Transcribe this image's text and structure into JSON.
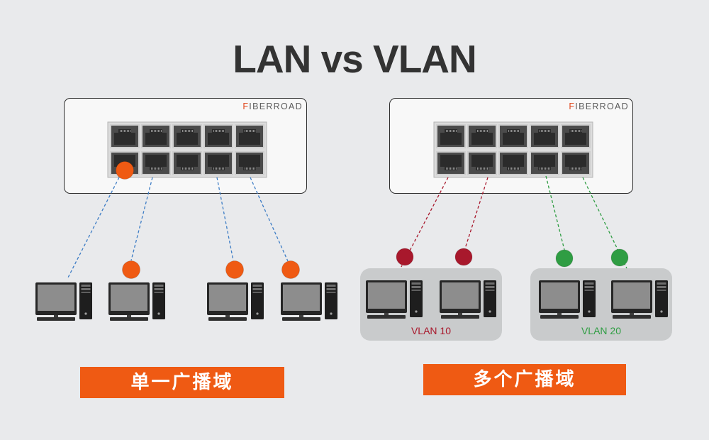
{
  "title": "LAN vs VLAN",
  "colors": {
    "background": "#e9eaec",
    "title": "#333333",
    "broadcast_orange": "#ef5a13",
    "lan_link": "#3c7cc5"
  },
  "icons": {
    "computer": "desktop-computer-icon",
    "port": "ethernet-port-icon"
  },
  "lan": {
    "switch_brand": "FIBERROAD",
    "broadcast_domain_label": "单一广播域"
  },
  "vlan": {
    "switch_brand": "FIBERROAD",
    "groups": [
      {
        "label": "VLAN 10",
        "color": "#a8182c"
      },
      {
        "label": "VLAN 20",
        "color": "#2f9d43"
      }
    ],
    "broadcast_domain_label": "多个广播域"
  }
}
